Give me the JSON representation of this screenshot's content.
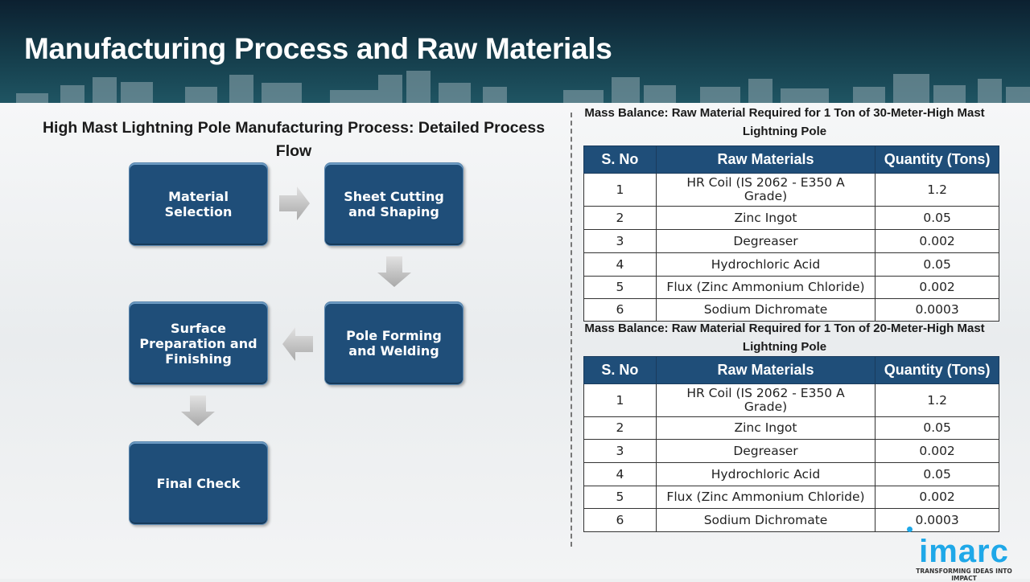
{
  "header": {
    "title": "Manufacturing Process and Raw Materials"
  },
  "process": {
    "heading": "High Mast Lightning Pole Manufacturing Process: Detailed Process Flow",
    "steps": [
      "Material Selection",
      "Sheet Cutting and Shaping",
      "Pole Forming and Welding",
      "Surface Preparation and Finishing",
      "Final Check"
    ]
  },
  "tables": [
    {
      "title": "Mass Balance: Raw Material Required for 1 Ton of 30-Meter-High Mast Lightning Pole",
      "columns": [
        "S. No",
        "Raw Materials",
        "Quantity (Tons)"
      ],
      "rows": [
        [
          "1",
          "HR Coil  (IS 2062 - E350 A Grade)",
          "1.2"
        ],
        [
          "2",
          "Zinc Ingot",
          "0.05"
        ],
        [
          "3",
          "Degreaser",
          "0.002"
        ],
        [
          "4",
          "Hydrochloric Acid",
          "0.05"
        ],
        [
          "5",
          "Flux (Zinc Ammonium Chloride)",
          "0.002"
        ],
        [
          "6",
          "Sodium Dichromate",
          "0.0003"
        ]
      ]
    },
    {
      "title": "Mass Balance: Raw Material Required for 1 Ton of 20-Meter-High Mast Lightning Pole",
      "columns": [
        "S. No",
        "Raw Materials",
        "Quantity (Tons)"
      ],
      "rows": [
        [
          "1",
          "HR Coil  (IS 2062 - E350 A Grade)",
          "1.2"
        ],
        [
          "2",
          "Zinc Ingot",
          "0.05"
        ],
        [
          "3",
          "Degreaser",
          "0.002"
        ],
        [
          "4",
          "Hydrochloric Acid",
          "0.05"
        ],
        [
          "5",
          "Flux (Zinc Ammonium Chloride)",
          "0.002"
        ],
        [
          "6",
          "Sodium Dichromate",
          "0.0003"
        ]
      ]
    }
  ],
  "logo": {
    "name": "imarc",
    "tagline": "TRANSFORMING IDEAS INTO IMPACT"
  }
}
